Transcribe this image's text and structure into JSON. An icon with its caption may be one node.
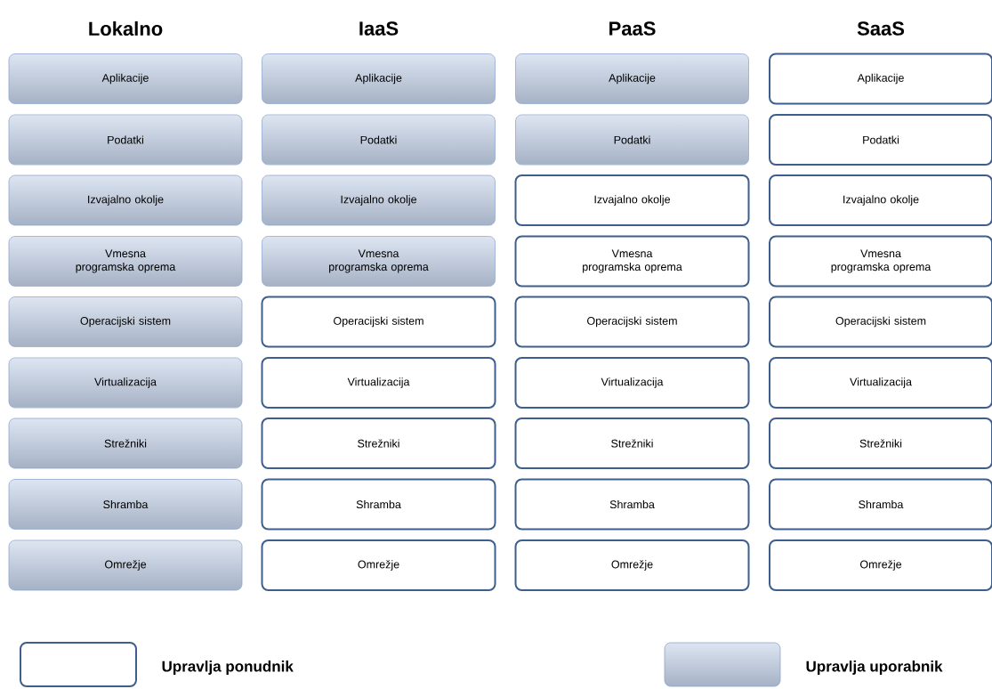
{
  "diagram": {
    "nodes": [
      {
        "text": [
          "Aplikacije"
        ]
      },
      {
        "text": [
          "Podatki"
        ]
      },
      {
        "text": [
          "Izvajalno okolje"
        ]
      },
      {
        "text": [
          "Vmesna programska oprema"
        ]
      },
      {
        "text": [
          "Operacijski sistem"
        ]
      },
      {
        "text": [
          "Virtualizacija"
        ]
      },
      {
        "text": [
          "Strežniki"
        ]
      },
      {
        "text": [
          "Shramba"
        ]
      },
      {
        "text": [
          "Omrežje"
        ]
      },
      {
        "text": [
          "Aplikacije"
        ]
      },
      {
        "text": [
          "Podatki"
        ]
      },
      {
        "text": [
          "Izvajalno okolje"
        ]
      },
      {
        "text": [
          "Vmesna programska oprema"
        ]
      },
      {
        "text": [
          "Operacijski sistem"
        ]
      },
      {
        "text": [
          "Virtualizacija"
        ]
      },
      {
        "text": [
          "Strežniki"
        ]
      },
      {
        "text": [
          "Shramba"
        ]
      },
      {
        "text": [
          "Omrežje"
        ]
      },
      {
        "text": [
          "Aplikacije"
        ]
      },
      {
        "text": [
          "Podatki"
        ]
      },
      {
        "text": [
          "Izvajalno okolje"
        ]
      },
      {
        "text": [
          "Vmesna programska oprema"
        ]
      },
      {
        "text": [
          "Operacijski sistem"
        ]
      },
      {
        "text": [
          "Virtualizacija"
        ]
      },
      {
        "text": [
          "Strežniki"
        ]
      },
      {
        "text": [
          "Shramba"
        ]
      },
      {
        "text": [
          "Omrežje"
        ]
      },
      {
        "text": [
          "Aplikacije"
        ]
      },
      {
        "text": [
          "Podatki"
        ]
      },
      {
        "text": [
          "Izvajalno okolje"
        ]
      },
      {
        "text": [
          "Vmesna programska oprema"
        ]
      },
      {
        "text": [
          "Operacijski sistem"
        ]
      },
      {
        "text": [
          "Virtualizacija"
        ]
      },
      {
        "text": [
          "Strežniki"
        ]
      },
      {
        "text": [
          "Shramba"
        ]
      },
      {
        "text": [
          "Omrežje"
        ]
      }
    ],
    "labels": [
      "Lokalno",
      "IaaS",
      "PaaS",
      "SaaS"
    ],
    "legend": [
      {
        "text": "Upravlja ponudnik"
      },
      {
        "text": "Upravlja uporabnik",
        "color": "#c3d1e8"
      }
    ]
  }
}
